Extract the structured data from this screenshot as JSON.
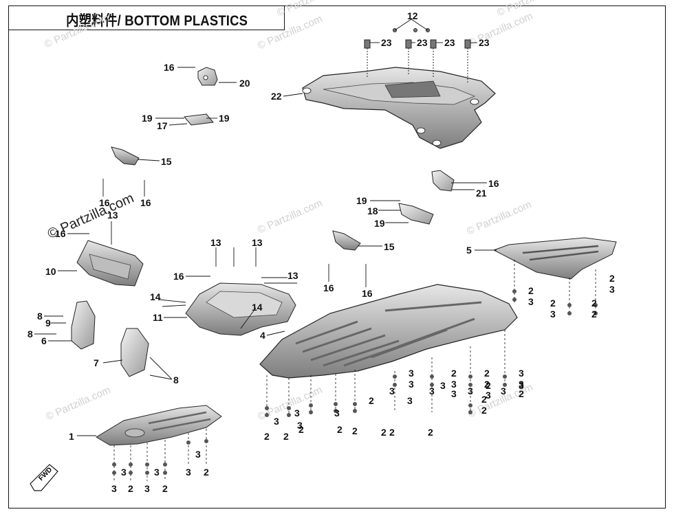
{
  "title": "内塑料件/ BOTTOM PLASTICS",
  "watermarks": [
    "© Partzilla.com",
    "© Partzilla.com",
    "© Partzilla.com",
    "© Partzilla.com",
    "© Partzilla.com",
    "© Partzilla.com",
    "© Partzilla.com",
    "© Partzilla.com",
    "© Partzilla.com",
    "© Partzilla.com",
    "© Partzilla.com"
  ],
  "fwd_label": "FWD",
  "callouts": [
    "12",
    "23",
    "23",
    "23",
    "23",
    "16",
    "20",
    "22",
    "19",
    "19",
    "17",
    "15",
    "16",
    "16",
    "21",
    "13",
    "16",
    "19",
    "18",
    "19",
    "15",
    "16",
    "16",
    "5",
    "10",
    "13",
    "16",
    "13",
    "13",
    "16",
    "14",
    "11",
    "14",
    "4",
    "9",
    "8",
    "8",
    "6",
    "7",
    "8",
    "1",
    "2",
    "3",
    "2",
    "3",
    "2",
    "3",
    "2",
    "2",
    "3",
    "3",
    "2",
    "3",
    "2",
    "2",
    "3",
    "3",
    "2",
    "3",
    "2",
    "2",
    "3",
    "2",
    "3",
    "2",
    "3",
    "2",
    "3",
    "2",
    "3",
    "2",
    "3",
    "2",
    "3",
    "2",
    "3",
    "2",
    "3",
    "3",
    "2",
    "3",
    "3",
    "2",
    "3",
    "3",
    "2",
    "3",
    "3",
    "2",
    "3",
    "3",
    "2",
    "3"
  ]
}
